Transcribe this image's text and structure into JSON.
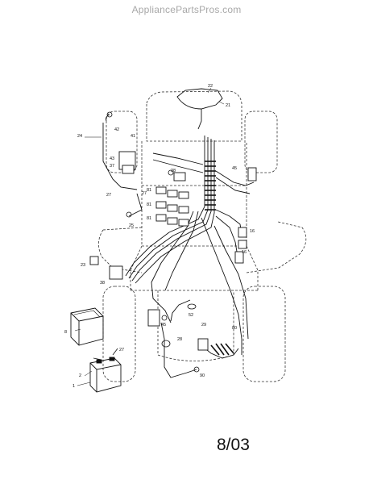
{
  "watermark": "AppliancePartsPros.com",
  "date_code": "8/03",
  "labels": {
    "p22": "22",
    "p21": "21",
    "p24": "24",
    "p42": "42",
    "p41": "41",
    "p43": "43",
    "p37": "37",
    "p27a": "27",
    "p27b": "27",
    "p27c": "27",
    "p45a": "45",
    "p45b": "45",
    "p28a": "28",
    "p28b": "28",
    "p81a": "81",
    "p81b": "81",
    "p81c": "81",
    "p25": "25",
    "p23": "23",
    "p38": "38",
    "p16a": "16",
    "p16b": "16",
    "p8": "8",
    "p2": "2",
    "p1": "1",
    "p52": "52",
    "p29": "29",
    "p90": "90",
    "p80": "80"
  }
}
